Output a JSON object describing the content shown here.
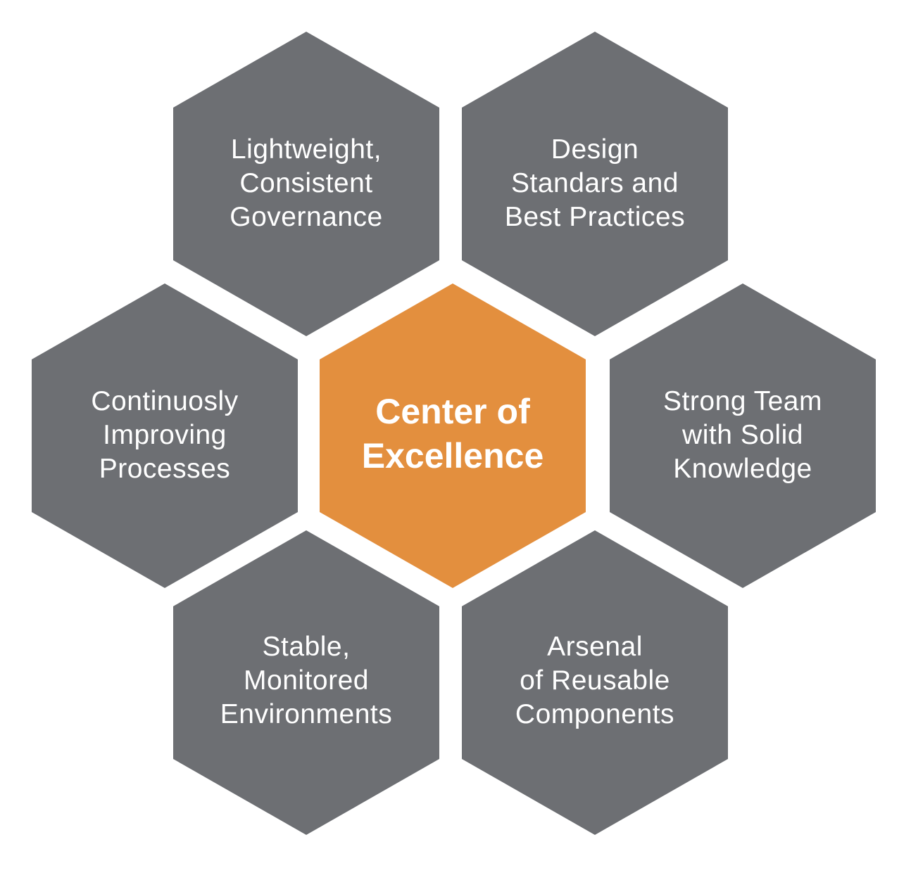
{
  "diagram": {
    "center": {
      "lines": [
        "Center of",
        "Excellence"
      ],
      "color": "#e38f3e"
    },
    "hexagons": [
      {
        "id": "top-left",
        "lines": [
          "Lightweight,",
          "Consistent",
          "Governance"
        ]
      },
      {
        "id": "top-right",
        "lines": [
          "Design",
          "Standars and",
          "Best Practices"
        ]
      },
      {
        "id": "mid-left",
        "lines": [
          "Continuosly",
          "Improving",
          "Processes"
        ]
      },
      {
        "id": "mid-right",
        "lines": [
          "Strong Team",
          "with Solid",
          "Knowledge"
        ]
      },
      {
        "id": "bottom-left",
        "lines": [
          "Stable,",
          "Monitored",
          "Environments"
        ]
      },
      {
        "id": "bottom-right",
        "lines": [
          "Arsenal",
          "of Reusable",
          "Components"
        ]
      }
    ],
    "outer_color": "#6d6f73",
    "text_color": "#ffffff"
  }
}
